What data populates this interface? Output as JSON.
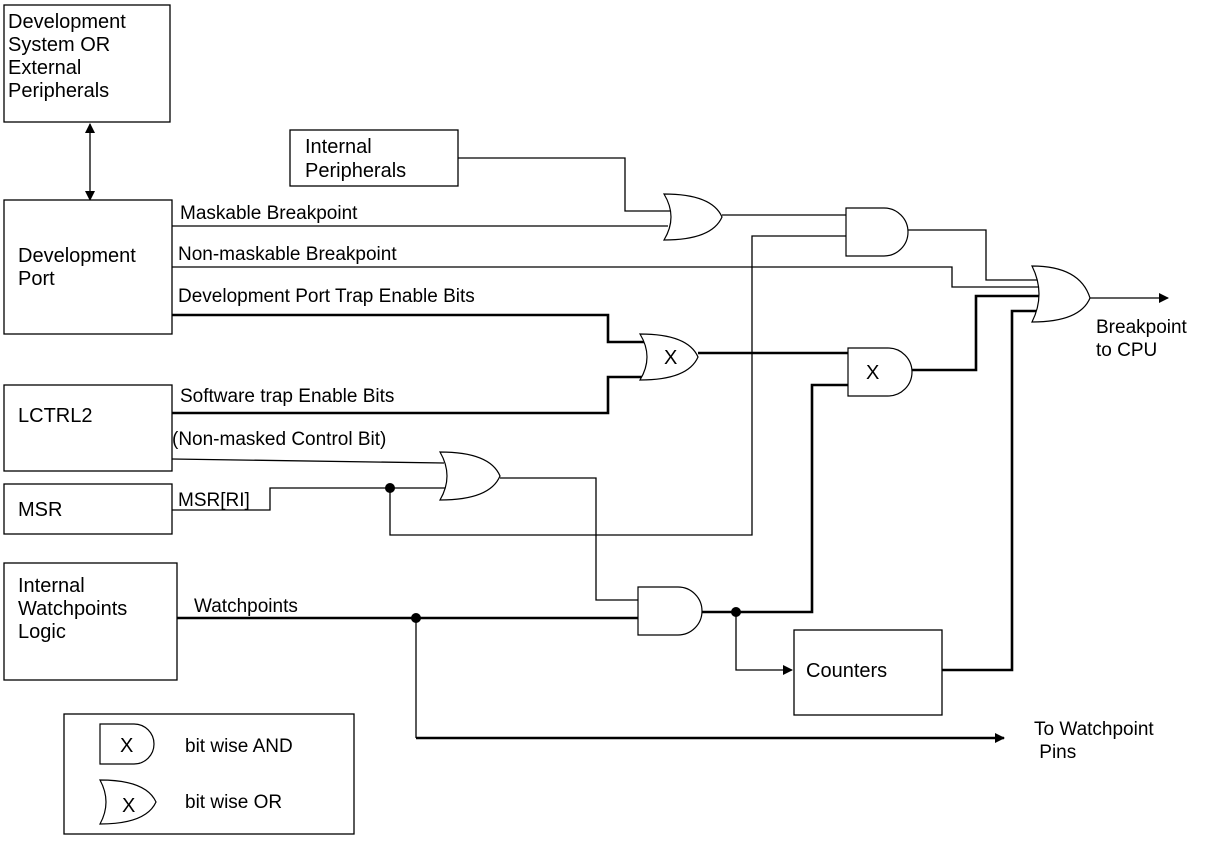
{
  "blocks": {
    "dev_system": [
      "Development",
      "System OR",
      "External",
      "Peripherals"
    ],
    "dev_port": [
      "Development",
      "Port"
    ],
    "internal_peripherals": [
      "Internal",
      "Peripherals"
    ],
    "lctrl2": [
      "LCTRL2"
    ],
    "msr": [
      "MSR"
    ],
    "internal_watchpoints": [
      "Internal",
      "Watchpoints",
      "Logic"
    ],
    "counters": [
      "Counters"
    ]
  },
  "signals": {
    "maskable_breakpoint": "Maskable Breakpoint",
    "non_maskable_breakpoint": "Non-maskable Breakpoint",
    "dev_port_trap_enable": "Development Port Trap Enable Bits",
    "software_trap_enable": "Software trap Enable Bits",
    "non_masked_control_bit": "(Non-masked Control Bit)",
    "msr_ri": "MSR[RI]",
    "watchpoints": "Watchpoints"
  },
  "outputs": {
    "breakpoint_to_cpu": [
      "Breakpoint",
      "to CPU"
    ],
    "to_watchpoint_pins": [
      "To Watchpoint",
      " Pins"
    ]
  },
  "gates": {
    "bitwise_mark": "X"
  },
  "legend": {
    "and_symbol": "X",
    "and_label": "bit wise AND",
    "or_symbol": "X",
    "or_label": "bit wise OR"
  }
}
